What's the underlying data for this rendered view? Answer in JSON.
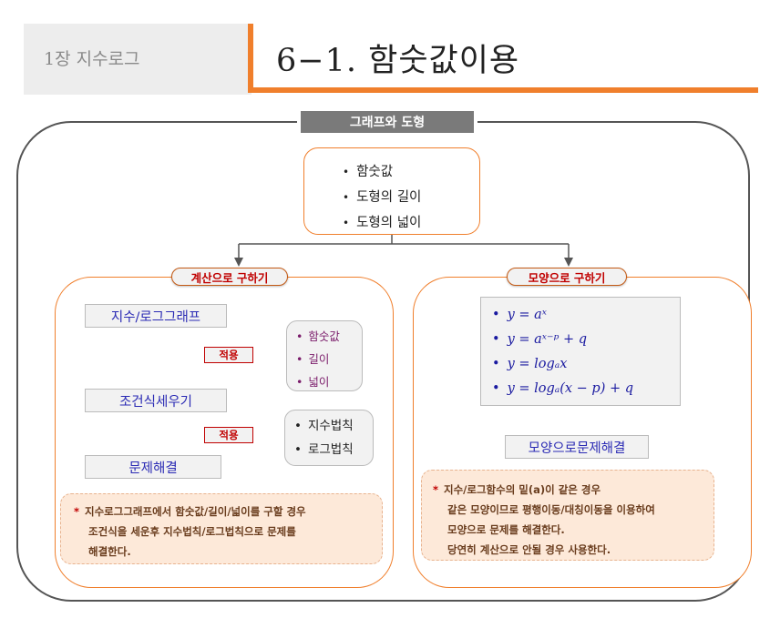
{
  "header": {
    "chapter": "1장 지수로그",
    "title": "6−1. 함숫값이용"
  },
  "top_label": "그래프와 도형",
  "center_items": [
    "함숫값",
    "도형의 길이",
    "도형의 넓이"
  ],
  "left": {
    "label": "계산으로 구하기",
    "step1": "지수/로그그래프",
    "step2": "조건식세우기",
    "step3": "문제해결",
    "apply_label": "적용",
    "side1_items": [
      "함숫값",
      "길이",
      "넓이"
    ],
    "side2_items": [
      "지수법칙",
      "로그법칙"
    ],
    "note_lines": [
      "지수로그그래프에서 함숫값/길이/넓이를 구할 경우",
      "조건식을 세운후 지수법칙/로그법칙으로 문제를",
      "해결한다."
    ],
    "note_marker": "*"
  },
  "right": {
    "label": "모양으로 구하기",
    "formulas": [
      "y = aˣ",
      "y = aˣ⁻ᵖ + q",
      "y = logₐx",
      "y = logₐ(x − p) + q"
    ],
    "result": "모양으로문제해결",
    "note_marker": "*",
    "note_lines": [
      "지수/로그함수의 밑(a)이 같은 경우",
      "같은 모양이므로 평행이동/대칭이동을 이용하여",
      "모양으로 문제를 해결한다.",
      "당연히 계산으로 안될 경우 사용한다."
    ]
  },
  "colors": {
    "accent": "#f07f2c",
    "label_red": "#c00000",
    "flow_text": "#2a2ab4",
    "note_bg": "#fde9d9"
  }
}
